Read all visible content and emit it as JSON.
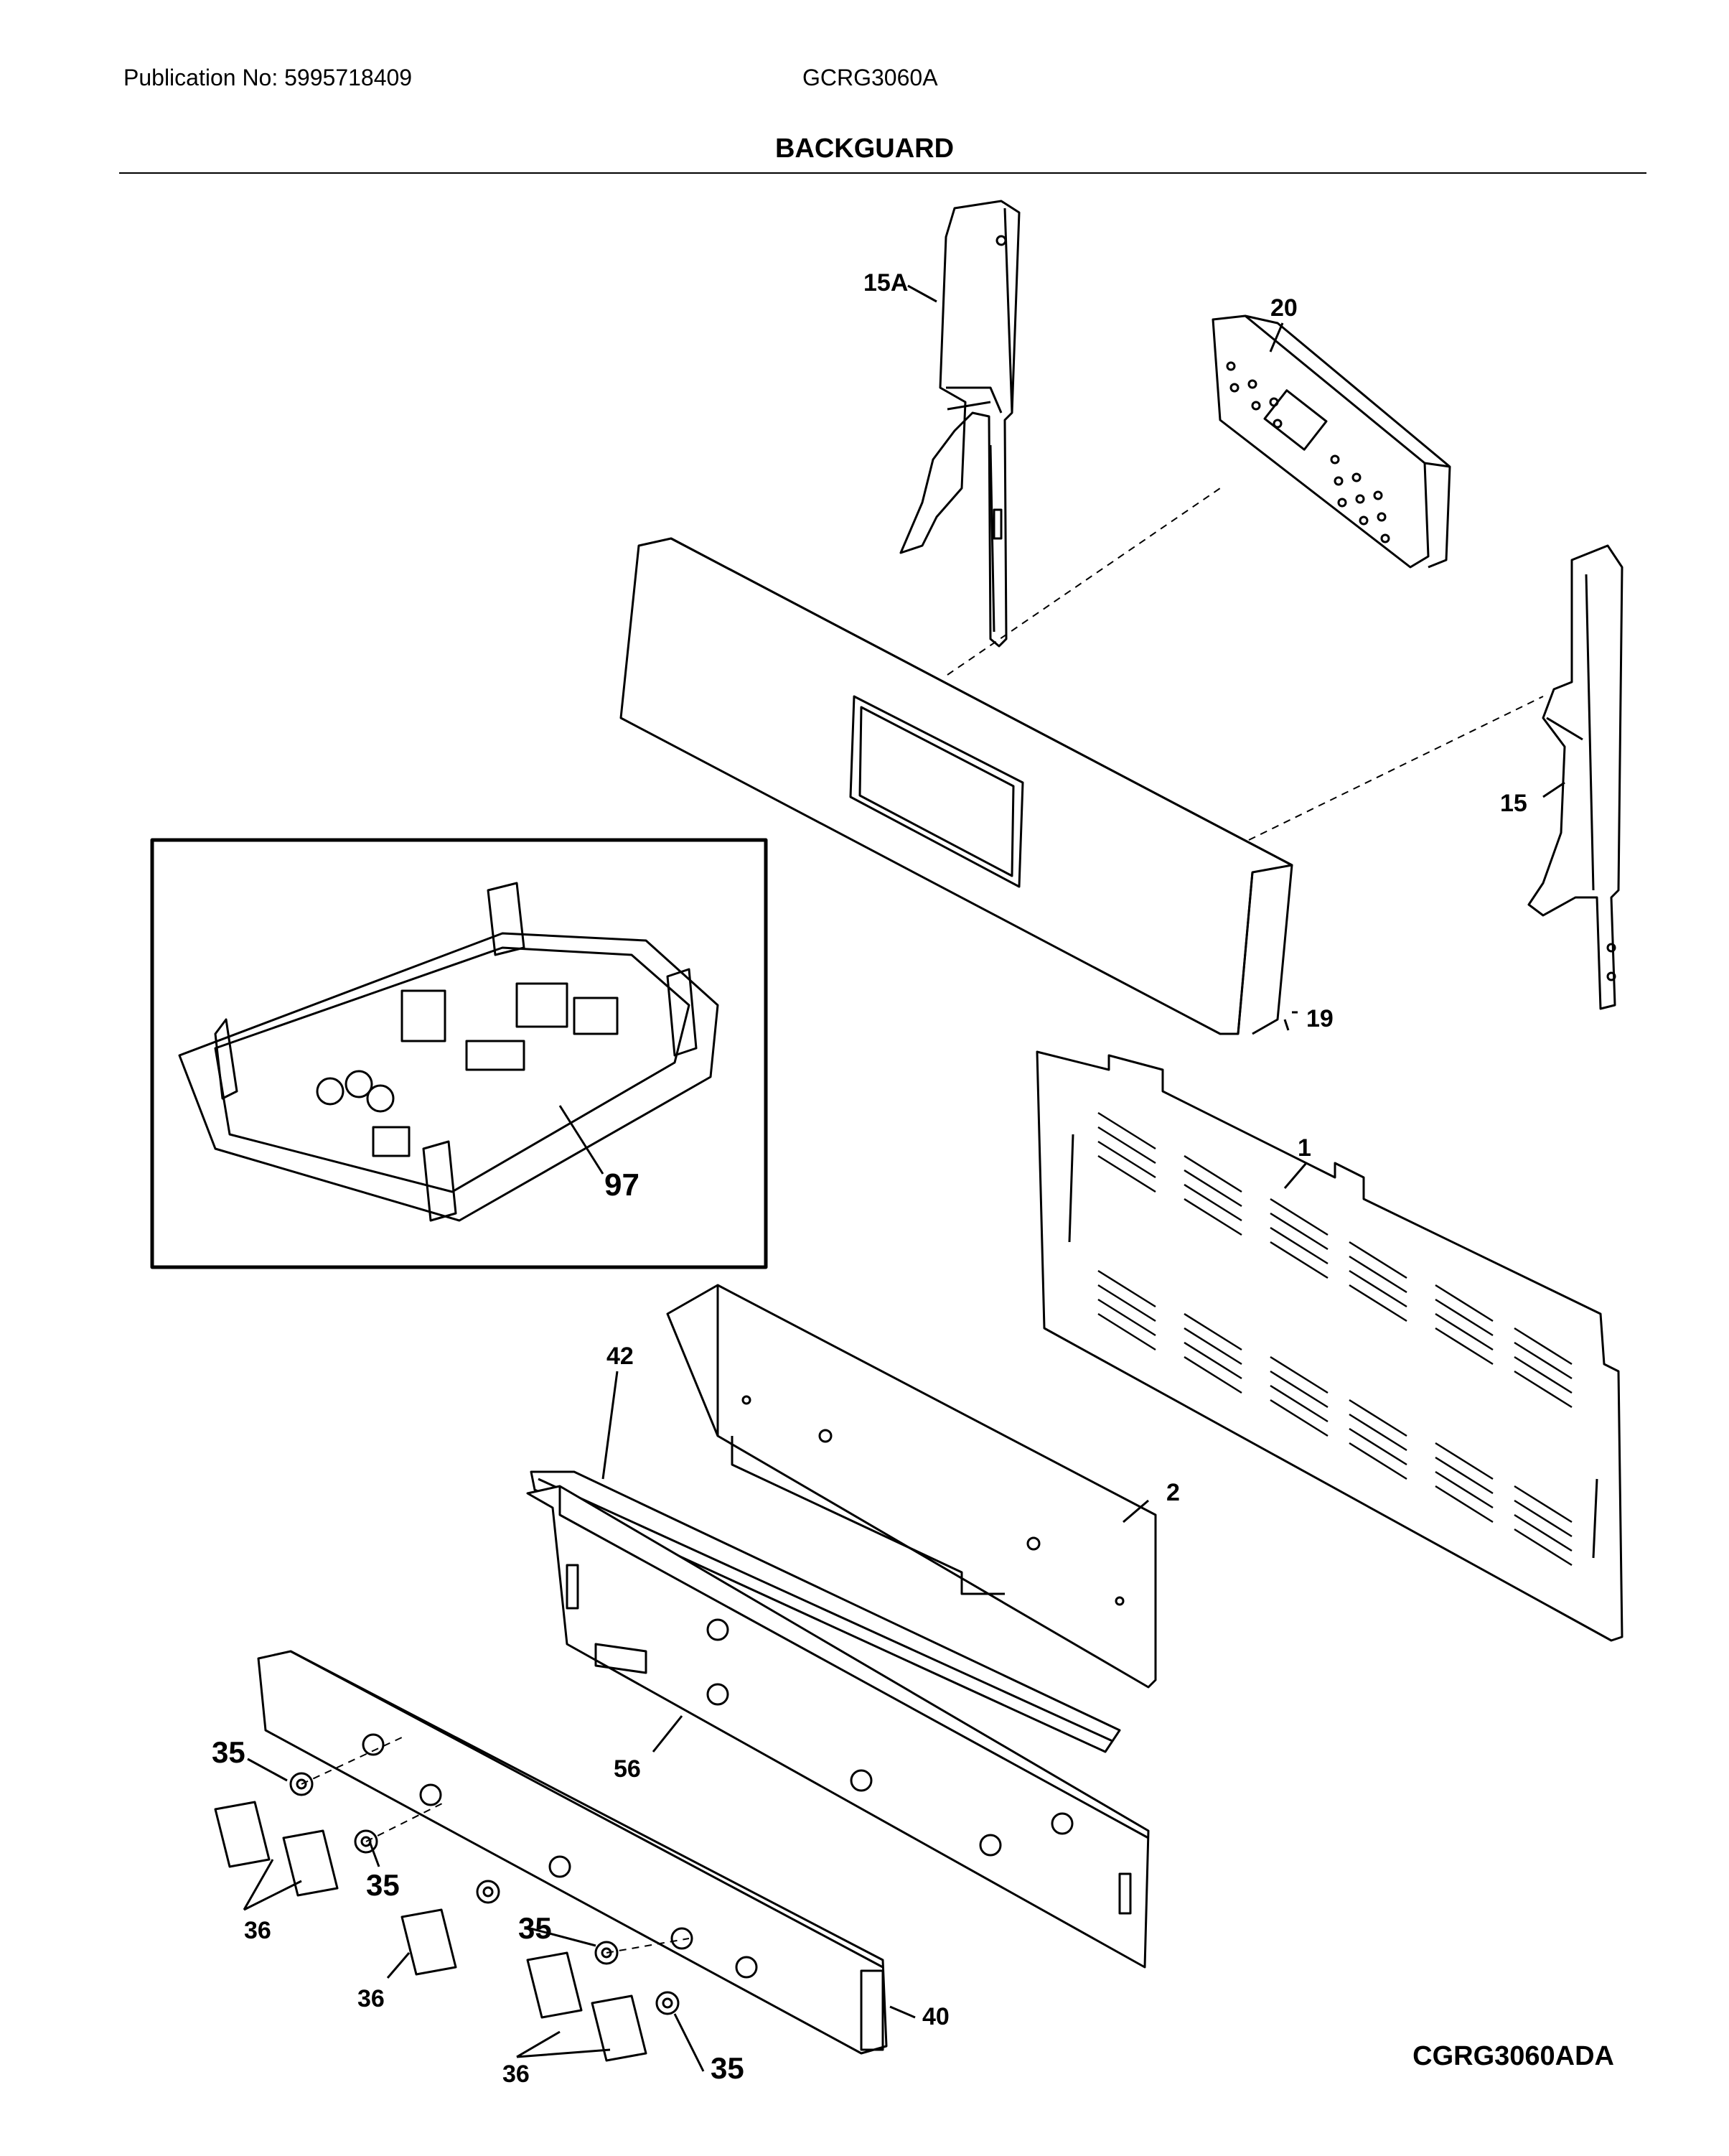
{
  "header": {
    "publication": "Publication No: 5995718409",
    "model": "GCRG3060A",
    "section_title": "BACKGUARD"
  },
  "diagram": {
    "callouts": {
      "p15A": "15A",
      "p20": "20",
      "p15": "15",
      "p19": "19",
      "p1": "1",
      "p97": "97",
      "p42": "42",
      "p2": "2",
      "p56": "56",
      "p35a": "35",
      "p35b": "35",
      "p35c": "35",
      "p35d": "35",
      "p36a": "36",
      "p36b": "36",
      "p36c": "36",
      "p40": "40"
    }
  },
  "footer": {
    "drawing_code": "CGRG3060ADA"
  }
}
